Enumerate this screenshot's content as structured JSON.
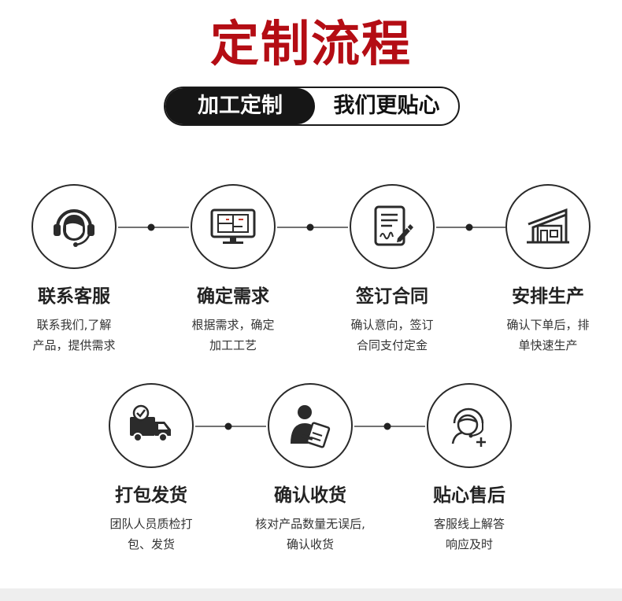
{
  "title": "定制流程",
  "banner": {
    "left": "加工定制",
    "right": "我们更贴心"
  },
  "colors": {
    "title_red": "#b40d14",
    "dark": "#161616",
    "line": "#2a2a2a"
  },
  "steps": [
    {
      "icon": "headset-agent-icon",
      "title": "联系客服",
      "line1": "联系我们,了解",
      "line2": "产品，提供需求"
    },
    {
      "icon": "design-monitor-icon",
      "title": "确定需求",
      "line1": "根据需求，确定",
      "line2": "加工工艺"
    },
    {
      "icon": "contract-sign-icon",
      "title": "签订合同",
      "line1": "确认意向，签订",
      "line2": "合同支付定金"
    },
    {
      "icon": "factory-icon",
      "title": "安排生产",
      "line1": "确认下单后，排",
      "line2": "单快速生产"
    },
    {
      "icon": "delivery-truck-icon",
      "title": "打包发货",
      "line1": "团队人员质检打",
      "line2": "包、发货"
    },
    {
      "icon": "person-checking-icon",
      "title": "确认收货",
      "line1": "核对产品数量无误后,",
      "line2": "确认收货"
    },
    {
      "icon": "support-agent-icon",
      "title": "贴心售后",
      "line1": "客服线上解答",
      "line2": "响应及时"
    }
  ]
}
